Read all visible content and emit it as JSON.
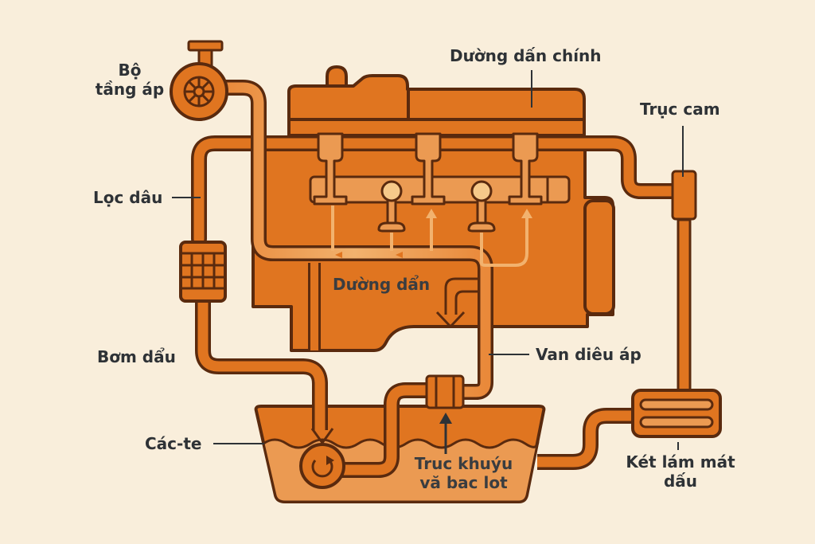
{
  "diagram": {
    "title": "Hệ thống bôi trơn động cơ",
    "colors": {
      "background": "#f9eedb",
      "component_fill": "#e07520",
      "component_light": "#eb9a52",
      "outline": "#5a2a0e",
      "flow_highlight": "#f2b26e",
      "label_text": "#2e3236"
    },
    "labels": {
      "turbocharger": [
        "Bộ",
        "tầng áp"
      ],
      "main_gallery": "Dường dấn chính",
      "camshaft": "Trục cam",
      "oil_filter": "Lọc dâu",
      "gallery": "Dường dẩn",
      "oil_pump": "Bơm dẩu",
      "pressure_valve": "Van diêu áp",
      "oil_pan": "Các-te",
      "crankshaft": [
        "Truc  khuýu",
        "vă bac lot"
      ],
      "oil_cooler": [
        "Két lám mát",
        "dấu"
      ]
    }
  }
}
